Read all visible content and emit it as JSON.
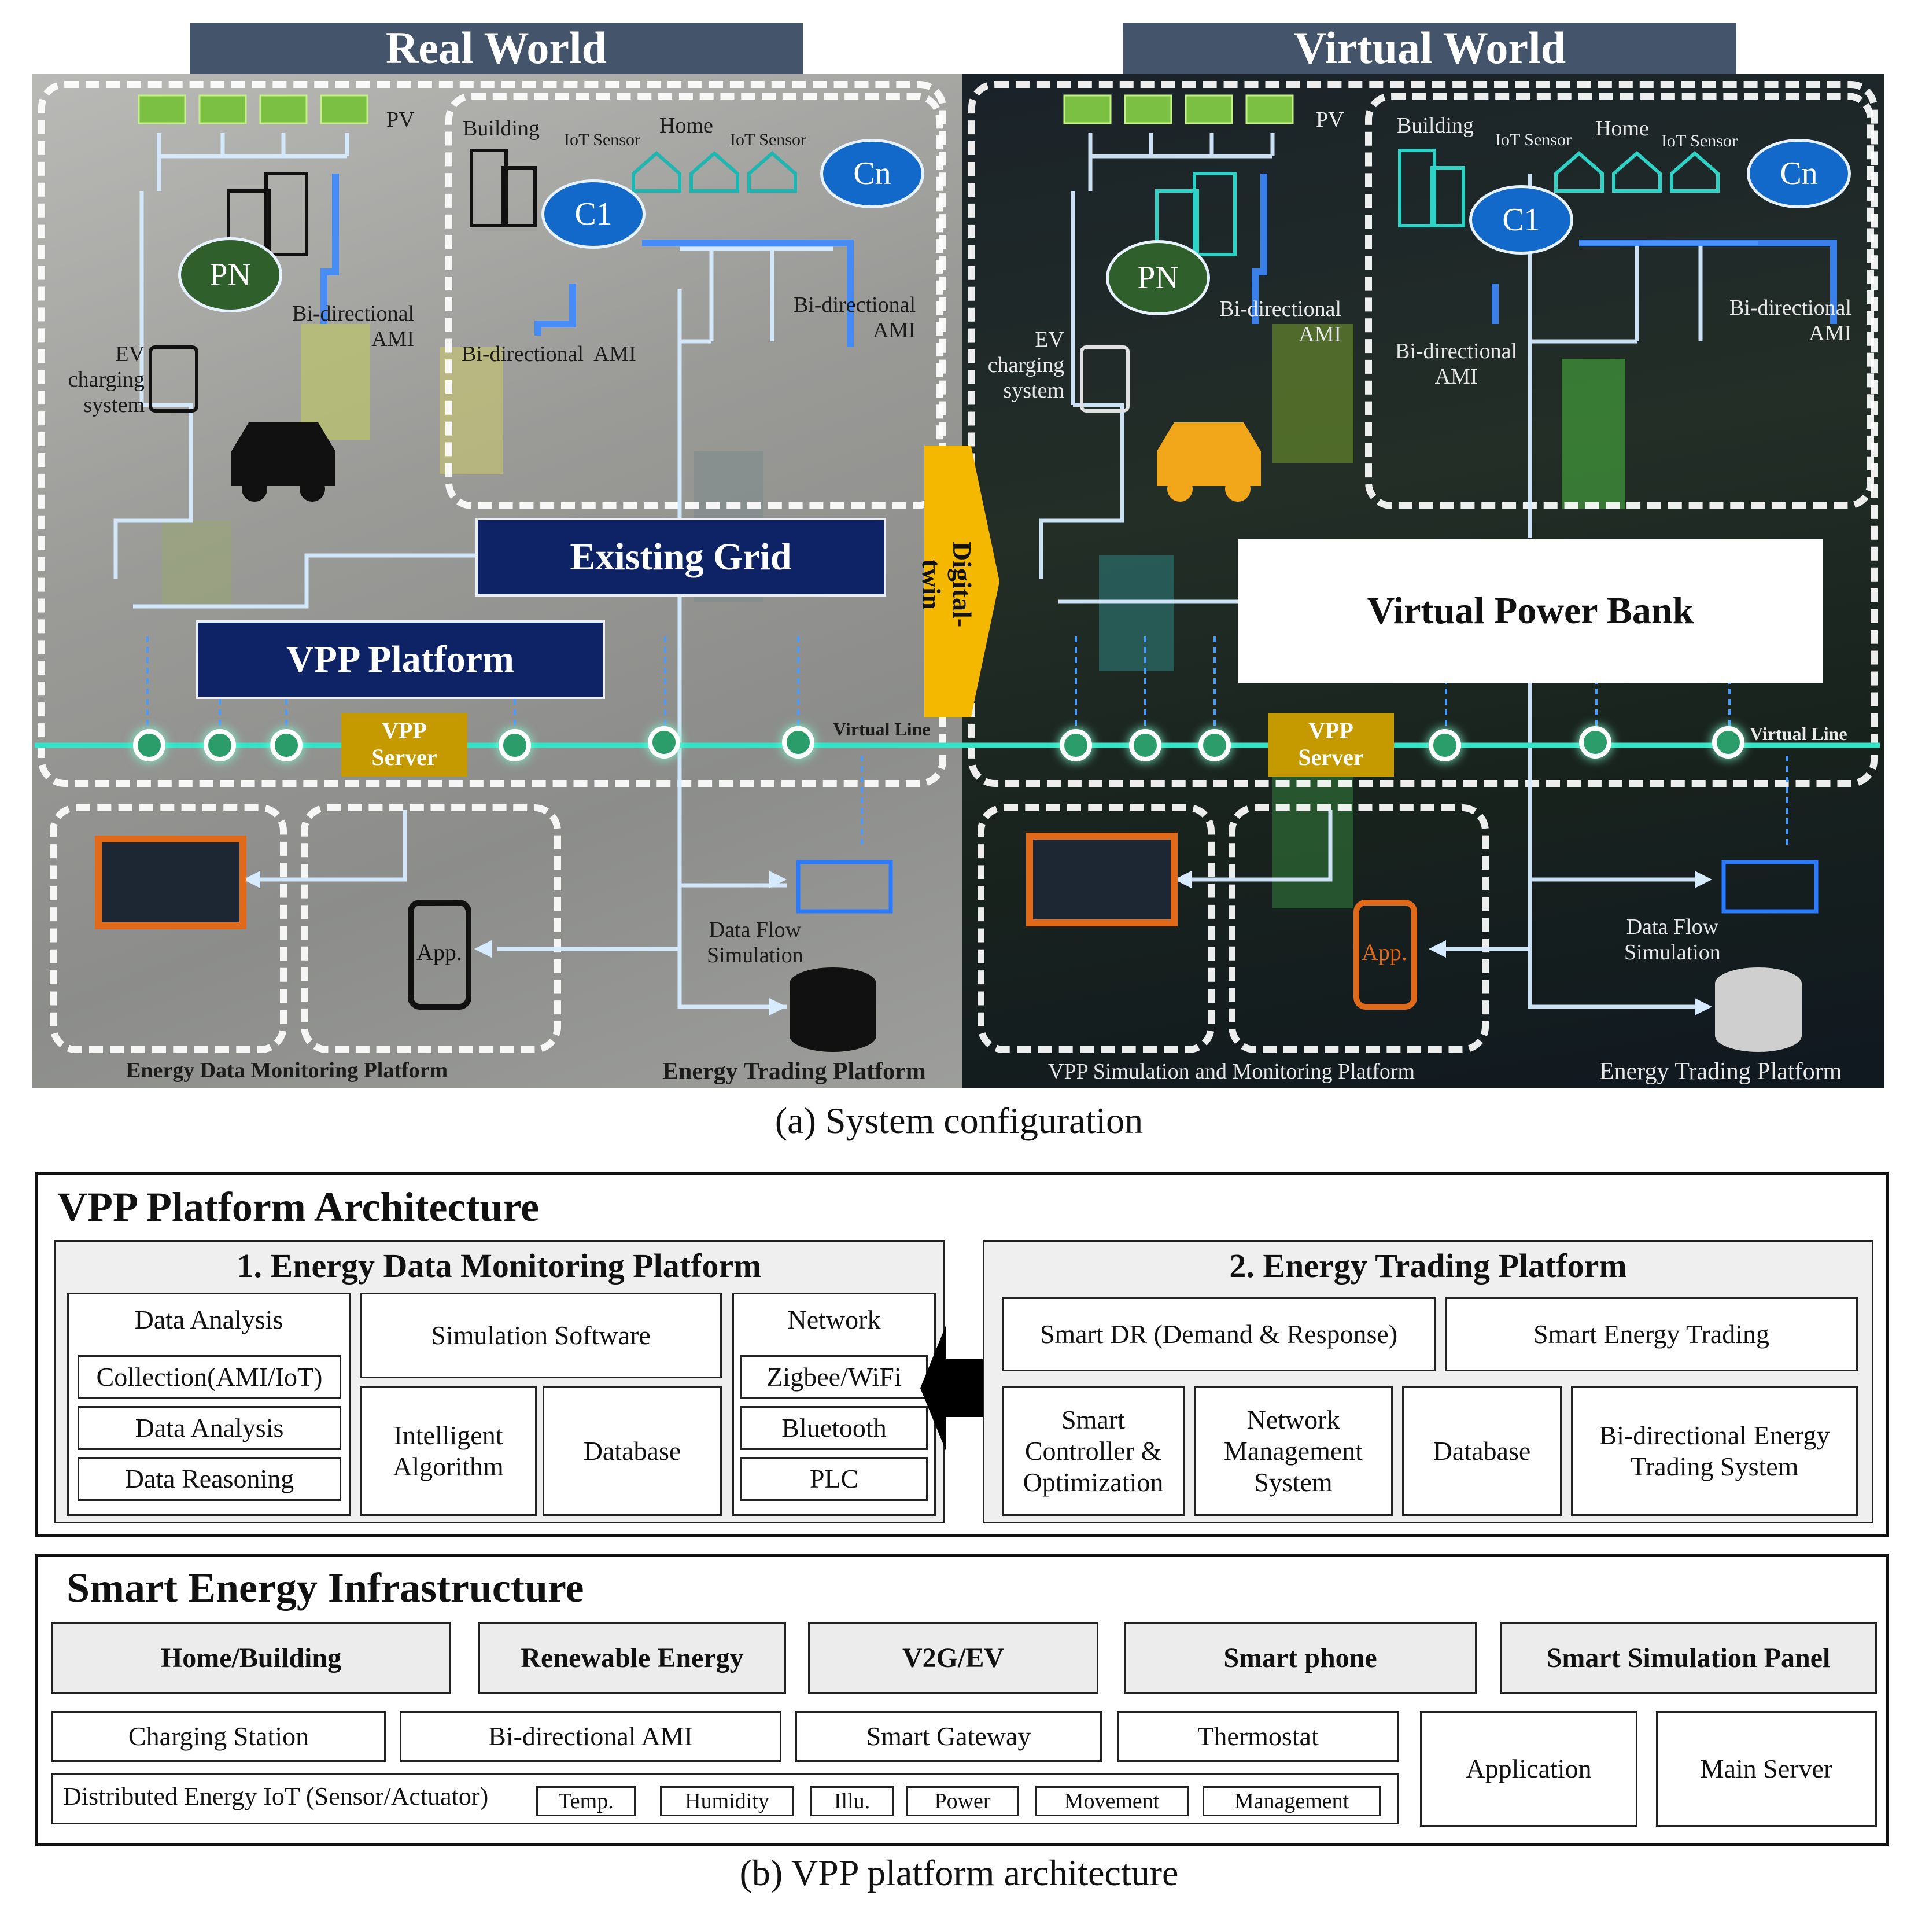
{
  "figure_a": {
    "real_world_title": "Real World",
    "virtual_world_title": "Virtual World",
    "digital_twin": "Digital-twin",
    "caption": "(a) System configuration",
    "real": {
      "pv": "PV",
      "building": "Building",
      "home": "Home",
      "iot1": "IoT Sensor",
      "iot2": "IoT Sensor",
      "c1": "C1",
      "cn": "Cn",
      "pn": "PN",
      "ami_left": "Bi-directional\nAMI",
      "ami_center": "Bi-directional  AMI",
      "ami_right": "Bi-directional\nAMI",
      "ev": "EV\ncharging\nsystem",
      "existing_grid": "Existing Grid",
      "vpp_platform": "VPP Platform",
      "vpp_server": "VPP\nServer",
      "virtual_line": "Virtual Line",
      "app": "App.",
      "data_flow": "Data Flow\nSimulation",
      "monitoring": "Energy Data Monitoring Platform",
      "trading": "Energy Trading Platform"
    },
    "virtual": {
      "pv": "PV",
      "building": "Building",
      "home": "Home",
      "iot1": "IoT Sensor",
      "iot2": "IoT Sensor",
      "c1": "C1",
      "cn": "Cn",
      "pn": "PN",
      "ami_left": "Bi-directional\nAMI",
      "ami_center": "Bi-directional\nAMI",
      "ami_right": "Bi-directional\nAMI",
      "ev": "EV\ncharging\nsystem",
      "virtual_power_bank": "Virtual Power Bank",
      "vpp_server": "VPP\nServer",
      "virtual_line": "Virtual Line",
      "app": "App.",
      "data_flow": "Data Flow\nSimulation",
      "monitoring": "VPP Simulation  and Monitoring  Platform",
      "trading": "Energy  Trading  Platform"
    }
  },
  "figure_b": {
    "caption": "(b) VPP  platform  architecture",
    "arch": {
      "title": "VPP  Platform Architecture",
      "monitoring": {
        "title": "1. Energy Data Monitoring Platform",
        "data_analysis_head": "Data Analysis",
        "collection": "Collection(AMI/IoT)",
        "data_analysis": "Data Analysis",
        "data_reasoning": "Data Reasoning",
        "simulation_software": "Simulation Software",
        "intelligent_algorithm": "Intelligent\nAlgorithm",
        "database": "Database",
        "network": "Network",
        "zigbee": "Zigbee/WiFi",
        "bluetooth": "Bluetooth",
        "plc": "PLC"
      },
      "trading": {
        "title": "2. Energy Trading Platform",
        "smart_dr": "Smart DR (Demand & Response)",
        "smart_energy_trading": "Smart Energy  Trading",
        "smart_controller": "Smart\nController &\nOptimization",
        "network_mgmt": "Network\nManagement\nSystem",
        "database": "Database",
        "bidirectional": "Bi-directional Energy\nTrading System"
      }
    },
    "infra": {
      "title": "Smart Energy Infrastructure",
      "headers": [
        "Home/Building",
        "Renewable Energy",
        "V2G/EV",
        "Smart phone",
        "Smart Simulation Panel"
      ],
      "charging_station": "Charging  Station",
      "bidirectional_ami": "Bi-directional AMI",
      "smart_gateway": "Smart Gateway",
      "thermostat": "Thermostat",
      "application": "Application",
      "main_server": "Main Server",
      "distributed": "Distributed Energy IoT (Sensor/Actuator)",
      "sensors": [
        "Temp.",
        "Humidity",
        "Illu.",
        "Power",
        "Movement",
        "Management"
      ]
    }
  },
  "colors": {
    "title_bar": "#44546a",
    "navy": "#0e2366",
    "server_gold": "#c59a00",
    "virtual_line": "#31e3c7",
    "wire": "#cfe6ff",
    "consumer_blue": "#1369c9",
    "producer_green": "#2f5f2b",
    "device_orange": "#e06a1a"
  }
}
